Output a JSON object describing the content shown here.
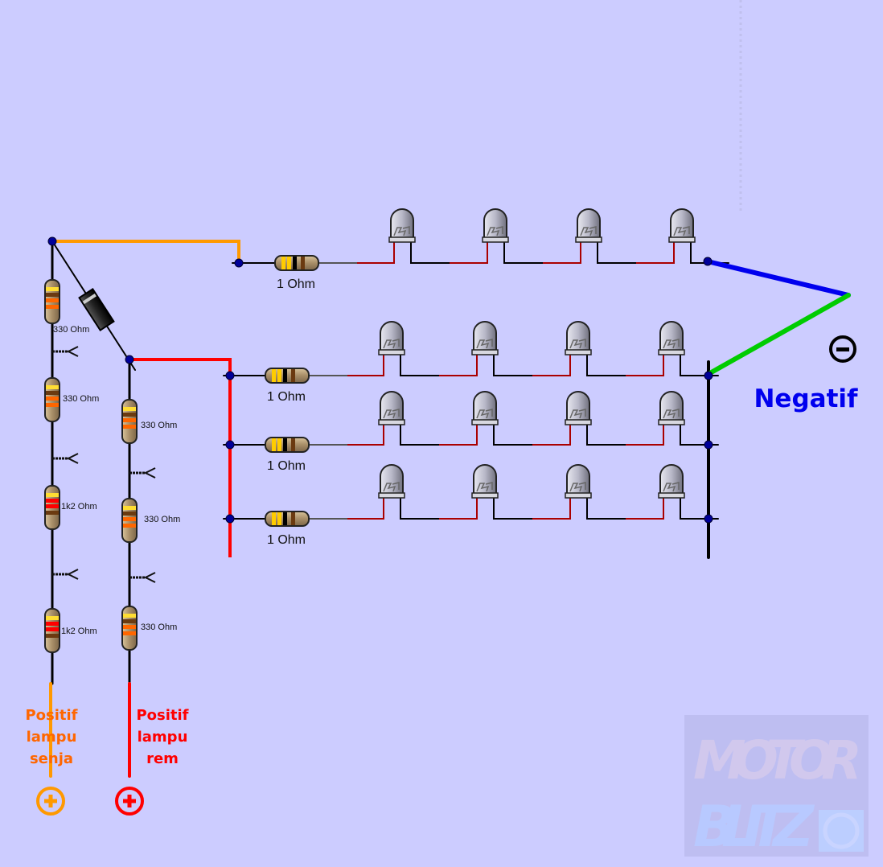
{
  "colors": {
    "background": "#ccccff",
    "wire_senja": "#ff9900",
    "wire_rem": "#ff0000",
    "wire_negative_top": "#0000ee",
    "wire_negative_bottom": "#00cc00",
    "node": "#000099",
    "led_anode_wire": "#aa0000",
    "text_negatif": "#0000ee",
    "text_senja": "#ff6600",
    "text_rem": "#ff0000"
  },
  "left_chain": {
    "resistors": [
      {
        "label": "330 Ohm",
        "bands": [
          "#ffdd33",
          "#6b3a10",
          "#ff6600",
          "#ff6600"
        ]
      },
      {
        "label": "330 Ohm",
        "bands": [
          "#ffdd33",
          "#6b3a10",
          "#ff6600",
          "#ff6600"
        ]
      },
      {
        "label": "1k2 Ohm",
        "bands": [
          "#ffdd33",
          "#ff0000",
          "#ff0000",
          "#6b3a10"
        ]
      },
      {
        "label": "1k2 Ohm",
        "bands": [
          "#ffdd33",
          "#ff0000",
          "#ff0000",
          "#6b3a10"
        ]
      }
    ]
  },
  "right_chain": {
    "resistors": [
      {
        "label": "330 Ohm",
        "bands": [
          "#ffdd33",
          "#6b3a10",
          "#ff6600",
          "#ff6600"
        ]
      },
      {
        "label": "330 Ohm",
        "bands": [
          "#ffdd33",
          "#6b3a10",
          "#ff6600",
          "#ff6600"
        ]
      },
      {
        "label": "330 Ohm",
        "bands": [
          "#ffdd33",
          "#6b3a10",
          "#ff6600",
          "#ff6600"
        ]
      }
    ]
  },
  "led_rows": [
    {
      "resistor_label": "1 Ohm",
      "led_count": 4
    },
    {
      "resistor_label": "1 Ohm",
      "led_count": 4
    },
    {
      "resistor_label": "1 Ohm",
      "led_count": 4
    },
    {
      "resistor_label": "1 Ohm",
      "led_count": 4
    }
  ],
  "labels": {
    "senja": [
      "Positif",
      "lampu",
      "senja"
    ],
    "rem": [
      "Positif",
      "lampu",
      "rem"
    ],
    "negatif": "Negatif",
    "plus_symbol": "+",
    "minus_symbol": "−"
  },
  "watermark": {
    "line1": "MOTOR",
    "line2": "BLITZ"
  }
}
